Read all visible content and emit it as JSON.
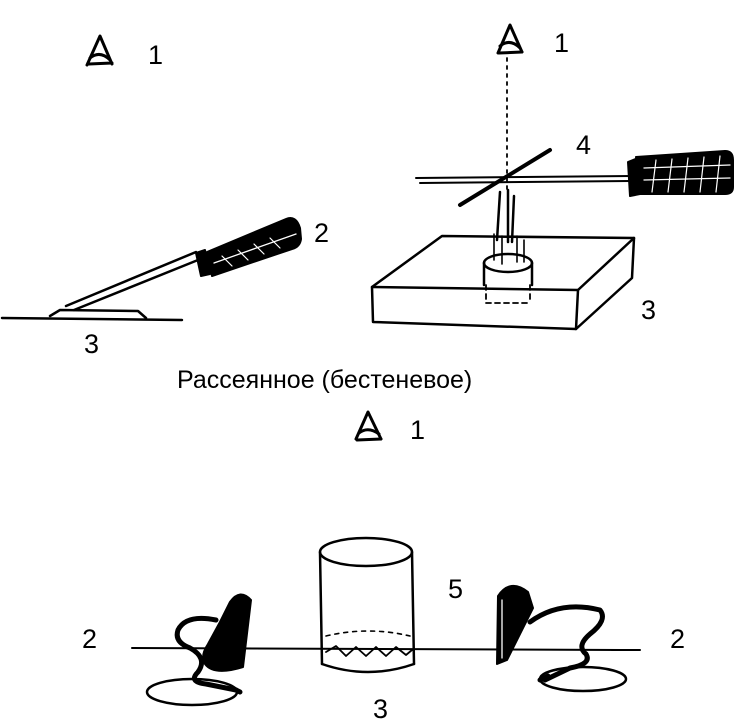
{
  "labels": {
    "top_left_eye_num": "1",
    "top_left_light_num": "2",
    "top_left_specimen_num": "3",
    "top_right_eye_num": "1",
    "top_right_mirror_num": "4",
    "top_right_stage_num": "3",
    "caption": "Рассеянное (бестеневое)",
    "bottom_eye_num": "1",
    "bottom_reflector_num": "5",
    "bottom_left_light_num": "2",
    "bottom_right_light_num": "2",
    "bottom_specimen_num": "3"
  },
  "colors": {
    "ink": "#000000",
    "paper": "#ffffff"
  },
  "icons": {
    "eye": "eye-icon",
    "lamp": "illuminator-icon",
    "mirror": "mirror-icon",
    "stage": "stage-block-icon",
    "reflector": "hemispherical-reflector-icon",
    "specimen": "cylinder-specimen-icon"
  }
}
